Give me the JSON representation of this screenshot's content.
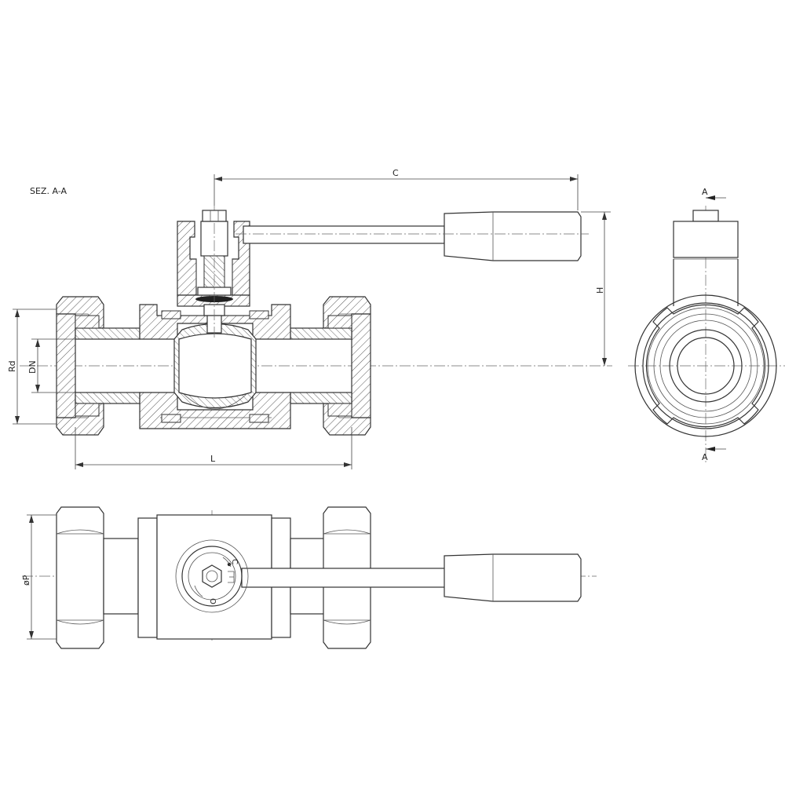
{
  "section_title": "SEZ. A-A",
  "dimensions": {
    "C": "C",
    "H": "H",
    "Rd": "Rd",
    "DN": "DN",
    "L": "L",
    "P": "øP"
  },
  "section_marks": {
    "top": "A",
    "bottom": "A"
  },
  "position_marks": {
    "closed": "C",
    "open": "O"
  },
  "colors": {
    "line": "#333333",
    "background": "#ffffff"
  }
}
